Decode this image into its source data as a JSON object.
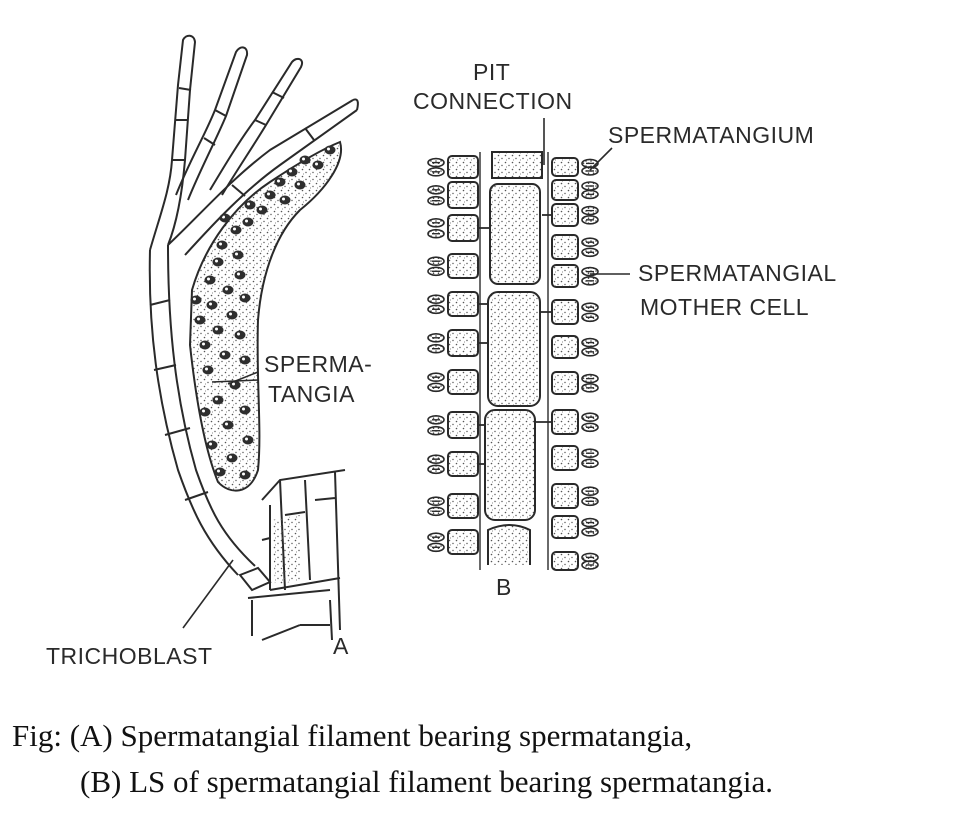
{
  "diagram": {
    "panel_a": {
      "letter": "A",
      "labels": {
        "trichoblast": "TRICHOBLAST",
        "spermatangia_line1": "SPERMA-",
        "spermatangia_line2": "TANGIA"
      }
    },
    "panel_b": {
      "letter": "B",
      "labels": {
        "pit_line1": "PIT",
        "pit_line2": "CONNECTION",
        "spermatangium": "SPERMATANGIUM",
        "mother_line1": "SPERMATANGIAL",
        "mother_line2": "MOTHER CELL"
      }
    },
    "colors": {
      "ink": "#2a2a2a",
      "paper": "#ffffff",
      "stipple": "#555555"
    }
  },
  "caption": {
    "line1": "Fig: (A) Spermatangial filament bearing spermatangia,",
    "line2": "(B) LS of spermatangial filament bearing spermatangia."
  }
}
